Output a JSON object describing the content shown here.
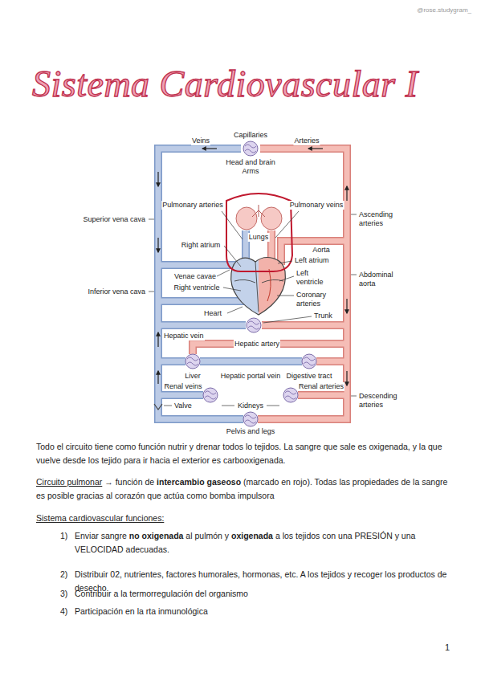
{
  "diagram": {
    "title": "Sistema Cardiovascular I",
    "labels": [
      "@rose.studygram_",
      "Veins",
      "Capillaries",
      "Arteries",
      "Head and brain",
      "Arms",
      "Superior vena cava",
      "Pulmonary arteries",
      "Pulmonary veins",
      "Ascending arteries",
      "Lungs",
      "Right atrium",
      "Left atrium",
      "Aorta",
      "Abdominal aorta",
      "Inferior vena cava",
      "Venae cavae",
      "Left ventricle",
      "Right ventricle",
      "Coronary arteries",
      "Heart",
      "Trunk",
      "Hepatic vein",
      "Hepatic artery",
      "Liver",
      "Hepatic portal vein",
      "Digestive tract",
      "Renal veins",
      "Renal arteries",
      "Descending arteries",
      "Valve",
      "Kidneys",
      "Pelvis and legs",
      "Todo el circuito tiene como función nutrir y drenar todos lo tejidos. La sangre que sale es oxigenada, y la que vuelve desde los tejido para ir hacia el exterior es carbooxigenada.",
      "Circuito pulmonar",
      "→ función de",
      "intercambio gaseoso",
      "(marcado en rojo). Todas las propiedades de la sangre es posible gracias al corazón que actúa como bomba impulsora",
      "Sistema cardiovascular funciones:",
      "1)",
      "Enviar sangre",
      "no oxigenada",
      "al pulmón y",
      "oxigenada",
      "a los tejidos con una PRESIÓN y una VELOCIDAD adecuadas.",
      "2)",
      "Distribuir 02, nutrientes, factores humorales, hormonas, etc. A los tejidos y recoger los productos de desecho",
      "3)",
      "Contribuir a la termorregulación del organismo",
      "4)",
      "Participación en la rta inmunológica",
      "1"
    ]
  }
}
